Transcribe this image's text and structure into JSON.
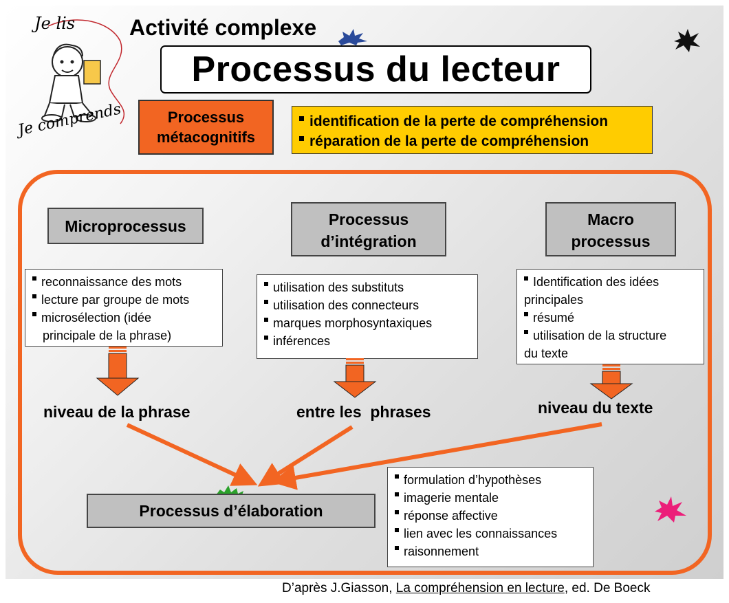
{
  "header": {
    "activity_label": "Activité complexe",
    "main_title": "Processus du lecteur",
    "logo": {
      "line1": "Je lis",
      "line2": "Je comprends"
    }
  },
  "metacognitive": {
    "label_line1": "Processus",
    "label_line2": "métacognitifs",
    "items": [
      "identification de la perte de compréhension",
      "réparation de la perte de compréhension"
    ]
  },
  "columns": {
    "micro": {
      "head": "Microprocessus",
      "items": [
        "reconnaissance des mots",
        "lecture par groupe de mots",
        "microsélection (idée",
        "principale de la phrase)"
      ],
      "level": "niveau de la phrase"
    },
    "integration": {
      "head_line1": "Processus",
      "head_line2": "d’intégration",
      "items": [
        "utilisation des substituts",
        "utilisation des connecteurs",
        "marques morphosyntaxiques",
        "inférences"
      ],
      "level": "entre les  phrases"
    },
    "macro": {
      "head_line1": "Macro",
      "head_line2": "processus",
      "items": [
        "Identification des idées",
        "principales",
        "résumé",
        "utilisation de la structure",
        "du texte"
      ],
      "level": "niveau du texte"
    }
  },
  "elaboration": {
    "head": "Processus d’élaboration",
    "items": [
      "formulation d’hypothèses",
      "imagerie mentale",
      "réponse affective",
      "lien avec les connaissances",
      "raisonnement"
    ]
  },
  "credit": {
    "prefix": "D’après J.Giasson, ",
    "book": "La compréhension en lecture",
    "suffix": ", ed. De Boeck"
  },
  "colors": {
    "orange": "#f26522",
    "yellow": "#ffcc00",
    "gray_box": "#c0c0c0",
    "blue_splash": "#2a4a9a",
    "pink_splash": "#ec1e79",
    "green_splash": "#2aa12a"
  }
}
